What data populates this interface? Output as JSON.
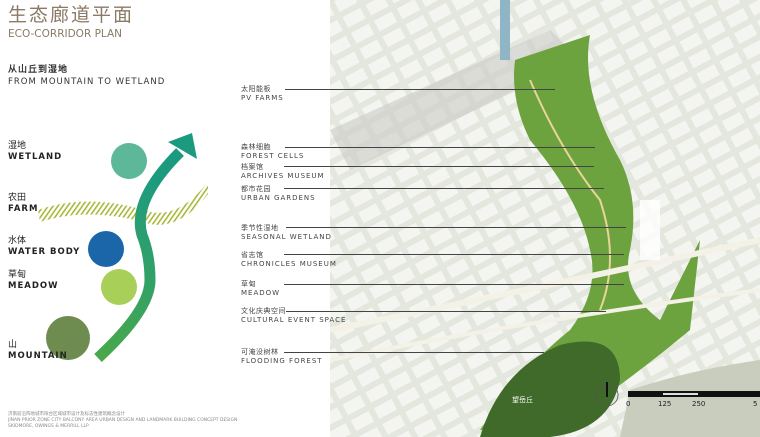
{
  "header": {
    "title_cn": "生态廊道平面",
    "title_en": "ECO-CORRIDOR PLAN"
  },
  "subtitle": {
    "cn": "从山丘到湿地",
    "en": "FROM MOUNTAIN TO WETLAND"
  },
  "legend": [
    {
      "cn": "湿地",
      "en": "WETLAND",
      "color": "#5db89a"
    },
    {
      "cn": "农田",
      "en": "FARM",
      "color": "#a9b83a"
    },
    {
      "cn": "水体",
      "en": "WATER BODY",
      "color": "#1a66a8"
    },
    {
      "cn": "草甸",
      "en": "MEADOW",
      "color": "#a8cf57"
    },
    {
      "cn": "山",
      "en": "MOUNTAIN",
      "color": "#6e8b50"
    }
  ],
  "callouts": [
    {
      "cn": "太阳能板",
      "en": "PV FARMS"
    },
    {
      "cn": "森林细胞",
      "en": "FOREST CELLS"
    },
    {
      "cn": "档案馆",
      "en": "ARCHIVES MUSEUM"
    },
    {
      "cn": "都市花园",
      "en": "URBAN GARDENS"
    },
    {
      "cn": "季节性湿地",
      "en": "SEASONAL WETLAND"
    },
    {
      "cn": "省志馆",
      "en": "CHRONICLES MUSEUM"
    },
    {
      "cn": "草甸",
      "en": "MEADOW"
    },
    {
      "cn": "文化庆典空间",
      "en": "CULTURAL EVENT SPACE"
    },
    {
      "cn": "可淹没树林",
      "en": "FLOODING FOREST"
    }
  ],
  "map": {
    "hill_label": "望岳丘",
    "scale_ticks": [
      "0",
      "125",
      "250",
      "5"
    ]
  },
  "footer": {
    "cn": "济南前沿阵地城市阳台区域城市设计及标志性建筑概念设计",
    "en1": "JINAN PRIOR ZONE CITY BALCONY AREA URBAN DESIGN AND LANDMARK BUILDING CONCEPT DESIGN",
    "en2": "SKIDMORE, OWINGS & MERRILL LLP"
  }
}
